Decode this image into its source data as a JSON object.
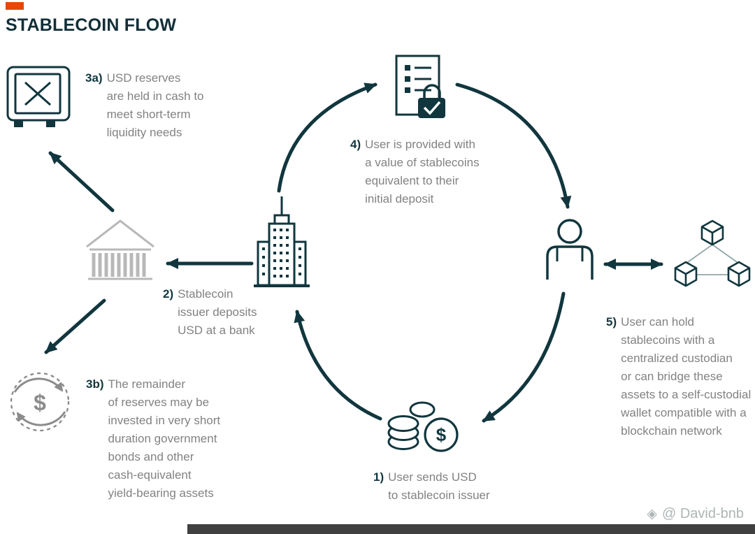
{
  "header": {
    "title": "STABLECOIN FLOW"
  },
  "steps": {
    "s1": {
      "num": "1)",
      "text": "User sends USD\nto stablecoin issuer"
    },
    "s2": {
      "num": "2)",
      "text": "Stablecoin\nissuer deposits\nUSD at a bank"
    },
    "s3a": {
      "num": "3a)",
      "text": "USD reserves\nare held in cash to\nmeet short-term\nliquidity needs"
    },
    "s3b": {
      "num": "3b)",
      "text": "The remainder\nof reserves may be\ninvested in very short\nduration government\nbonds and other\ncash-equivalent\nyield-bearing assets"
    },
    "s4": {
      "num": "4)",
      "text": "User is provided with\na value of stablecoins\nequivalent to their\ninitial deposit"
    },
    "s5": {
      "num": "5)",
      "text": "User can hold\nstablecoins with a\ncentralized custodian\nor can bridge these\nassets to a self-custodial\nwallet compatible with a\nblockchain network"
    }
  },
  "icons": {
    "dollar": "$",
    "gem": "◈"
  },
  "watermark": {
    "text": "@ David-bnb"
  },
  "colors": {
    "accent": "#e8470c",
    "dark_teal": "#11363e",
    "gray_text": "#828282",
    "bank_gray": "#b8b8b8",
    "cycle_gray": "#8c8c8c",
    "bottom_bar": "#404040"
  }
}
